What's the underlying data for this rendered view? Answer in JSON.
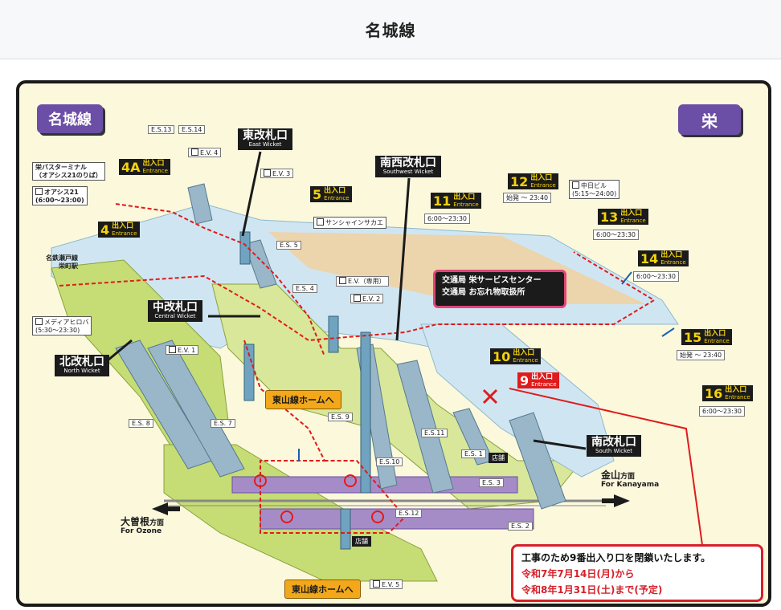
{
  "page": {
    "title": "名城線"
  },
  "map": {
    "line_label": "名城線",
    "station_label": "栄",
    "wickets": {
      "east": {
        "jp": "東改札口",
        "en": "East Wicket"
      },
      "southwest": {
        "jp": "南西改札口",
        "en": "Southwest Wicket"
      },
      "central": {
        "jp": "中改札口",
        "en": "Central Wicket"
      },
      "north": {
        "jp": "北改札口",
        "en": "North Wicket"
      },
      "south": {
        "jp": "南改札口",
        "en": "South Wicket"
      }
    },
    "exit_label_jp": "出入口",
    "exit_label_en": "Entrance",
    "exits": [
      {
        "id": "4A",
        "num": "4A"
      },
      {
        "id": "4",
        "num": "4"
      },
      {
        "id": "5",
        "num": "5"
      },
      {
        "id": "9",
        "num": "9",
        "closed": true
      },
      {
        "id": "10",
        "num": "10"
      },
      {
        "id": "11",
        "num": "11",
        "hours": "6:00～23:30"
      },
      {
        "id": "12",
        "num": "12",
        "hours": "始発 ～ 23:40"
      },
      {
        "id": "13",
        "num": "13",
        "hours": "6:00～23:30"
      },
      {
        "id": "14",
        "num": "14",
        "hours": "6:00～23:30"
      },
      {
        "id": "15",
        "num": "15",
        "hours": "始発 ～ 23:40"
      },
      {
        "id": "16",
        "num": "16",
        "hours": "6:00～23:30"
      }
    ],
    "facilities": {
      "bus_terminal_1": "栄バスターミナル",
      "bus_terminal_2": "（オアシス21のりば）",
      "oasis": "オアシス21",
      "oasis_hours": "(6:00～23:00)",
      "meitetsu_1": "名鉄瀬戸線",
      "meitetsu_2": "栄町駅",
      "media_hiroba": "メディアヒロバ",
      "media_hours": "(5:30～23:30)",
      "sunshine": "サンシャインサカエ",
      "chunichi": "中日ビル",
      "chunichi_hours": "(5:15～24:00)",
      "service_1": "交通局 栄サービスセンター",
      "service_2": "交通局 お忘れ物取扱所",
      "shop": "店舗"
    },
    "escalators": [
      "E.S.13",
      "E.S.14",
      "E.S. 5",
      "E.S. 4",
      "E.S. 8",
      "E.S. 7",
      "E.S. 9",
      "E.S.11",
      "E.S.10",
      "E.S. 1",
      "E.S. 3",
      "E.S.12",
      "E.S. 2"
    ],
    "elevators": [
      "E.V. 4",
      "E.V. 3",
      "E.V.",
      "E.V. 2",
      "E.V. 1",
      "E.V. 5"
    ],
    "elevator_note": "（専用）",
    "platforms": {
      "higashiyama_top": "東山線ホームへ",
      "higashiyama_bottom": "東山線ホームへ"
    },
    "directions": {
      "ozone_jp": "大曽根",
      "ozone_suffix": "方面",
      "ozone_en": "For Ozone",
      "kanayama_jp": "金山",
      "kanayama_suffix": "方面",
      "kanayama_en": "For Kanayama"
    },
    "notice": {
      "line1": "工事のため9番出入り口を閉鎖いたします。",
      "line2": "令和7年7月14日(月)から",
      "line3": "令和8年1月31日(土)まで(予定)"
    },
    "colors": {
      "line_purple": "#6b4ea5",
      "concourse_blue": "#cfe6f2",
      "platform_purple": "#a68cc7",
      "floor_green": "#c6dc74",
      "floor_orange": "#f3cf9a",
      "route_red": "#e01b1b",
      "exit_yellow": "#f5d20a"
    }
  }
}
